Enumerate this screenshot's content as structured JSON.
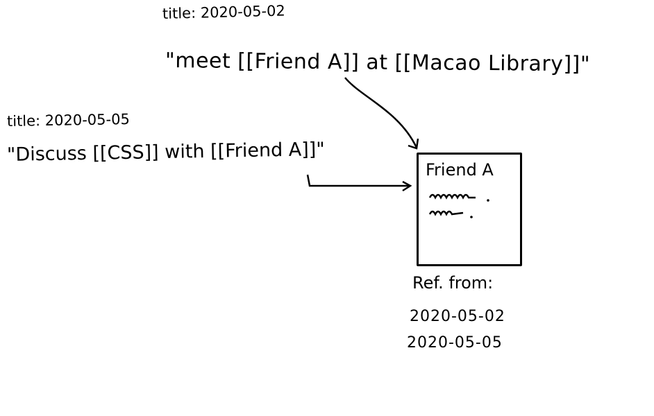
{
  "notes": [
    {
      "title_label": "title: 2020-05-02",
      "content": "\"meet [[Friend A]] at [[Macao Library]]\""
    },
    {
      "title_label": "title: 2020-05-05",
      "content": "\"Discuss [[CSS]] with [[Friend A]]\""
    }
  ],
  "card": {
    "title": "Friend A",
    "body_lines": [
      "~~~~~.",
      "~~~."
    ]
  },
  "backlinks": {
    "label": "Ref. from:",
    "items": [
      "2020-05-02",
      "2020-05-05"
    ]
  },
  "arrows": [
    {
      "from": "note-2020-05-02 [[Friend A]]",
      "to": "card-friend-a"
    },
    {
      "from": "note-2020-05-05 [[Friend A]]",
      "to": "card-friend-a"
    }
  ]
}
